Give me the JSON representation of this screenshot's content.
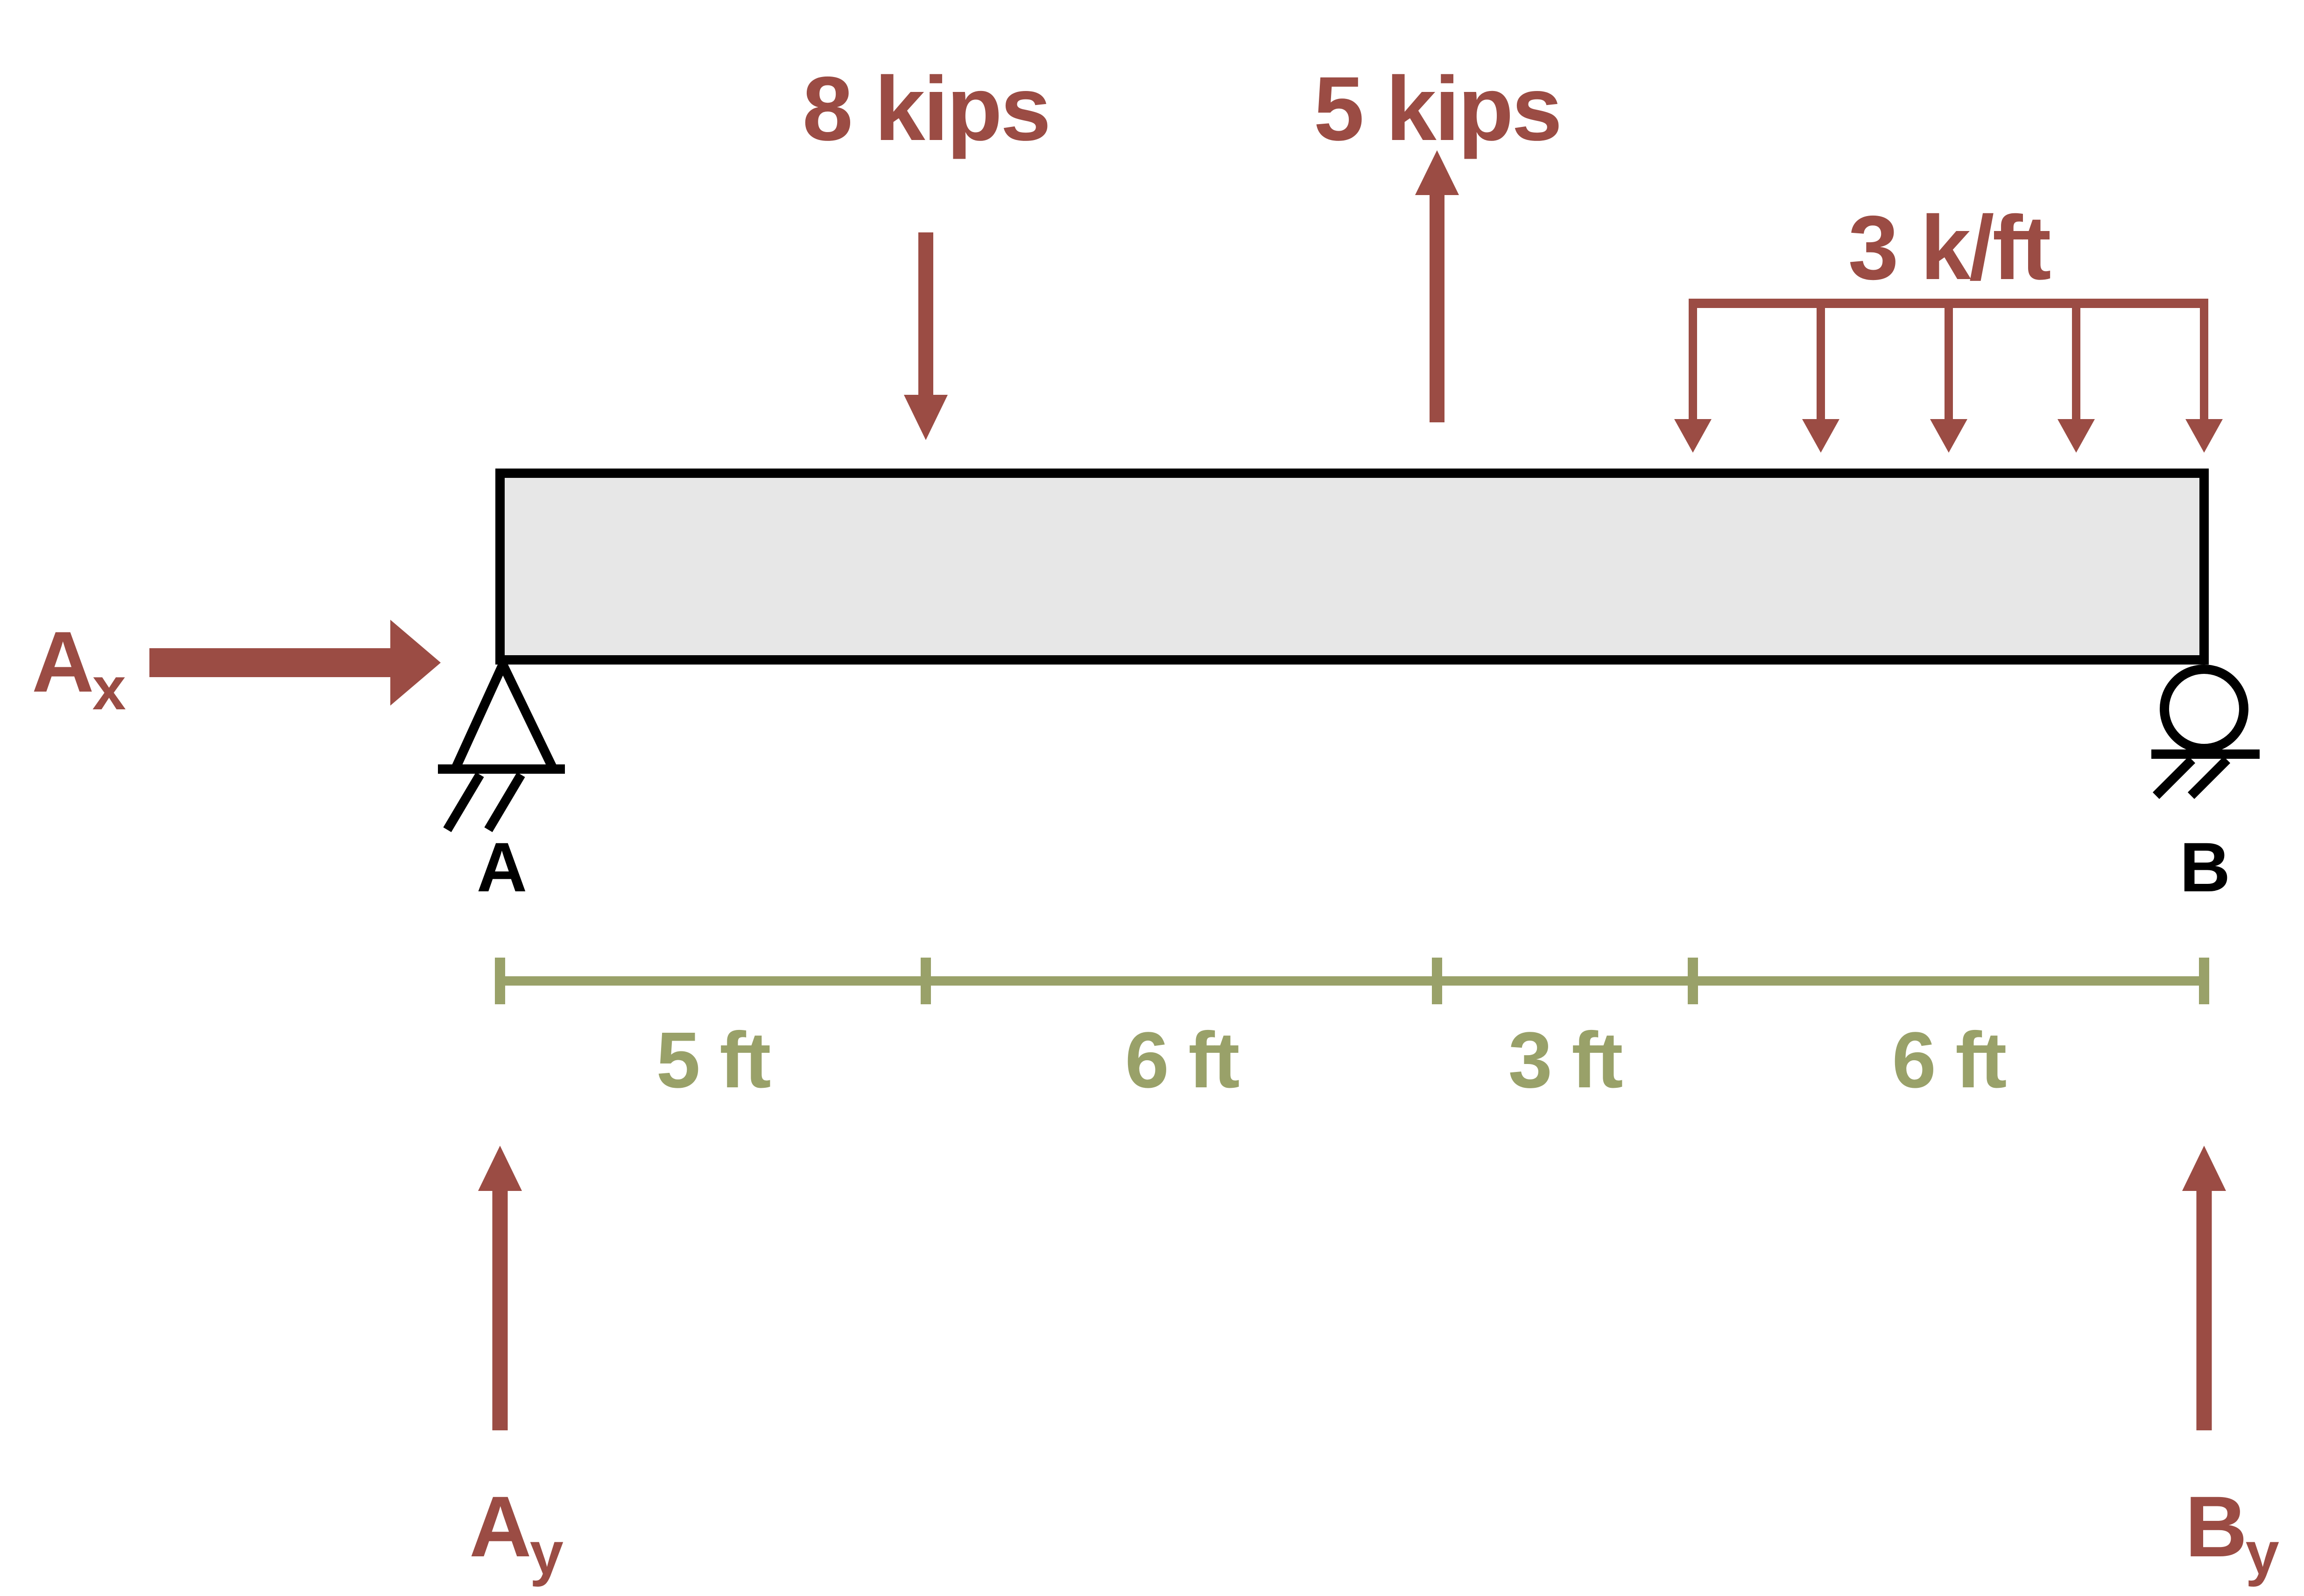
{
  "loads": {
    "point_down": {
      "label": "8 kips",
      "direction": "down"
    },
    "point_up": {
      "label": "5 kips",
      "direction": "up"
    },
    "distributed": {
      "label": "3 k/ft",
      "arrow_count": 5
    }
  },
  "supports": {
    "a": {
      "label": "A",
      "type": "pin"
    },
    "b": {
      "label": "B",
      "type": "roller"
    }
  },
  "reactions": {
    "ax": {
      "base": "A",
      "sub": "x"
    },
    "ay": {
      "base": "A",
      "sub": "y"
    },
    "by": {
      "base": "B",
      "sub": "y"
    }
  },
  "dimensions": {
    "segments": [
      {
        "label": "5 ft"
      },
      {
        "label": "6 ft"
      },
      {
        "label": "3 ft"
      },
      {
        "label": "6 ft"
      }
    ]
  },
  "colors": {
    "force_red": "#9B4C44",
    "dimension_olive": "#99A169",
    "beam_fill": "#E7E7E7",
    "ink": "#000000"
  }
}
